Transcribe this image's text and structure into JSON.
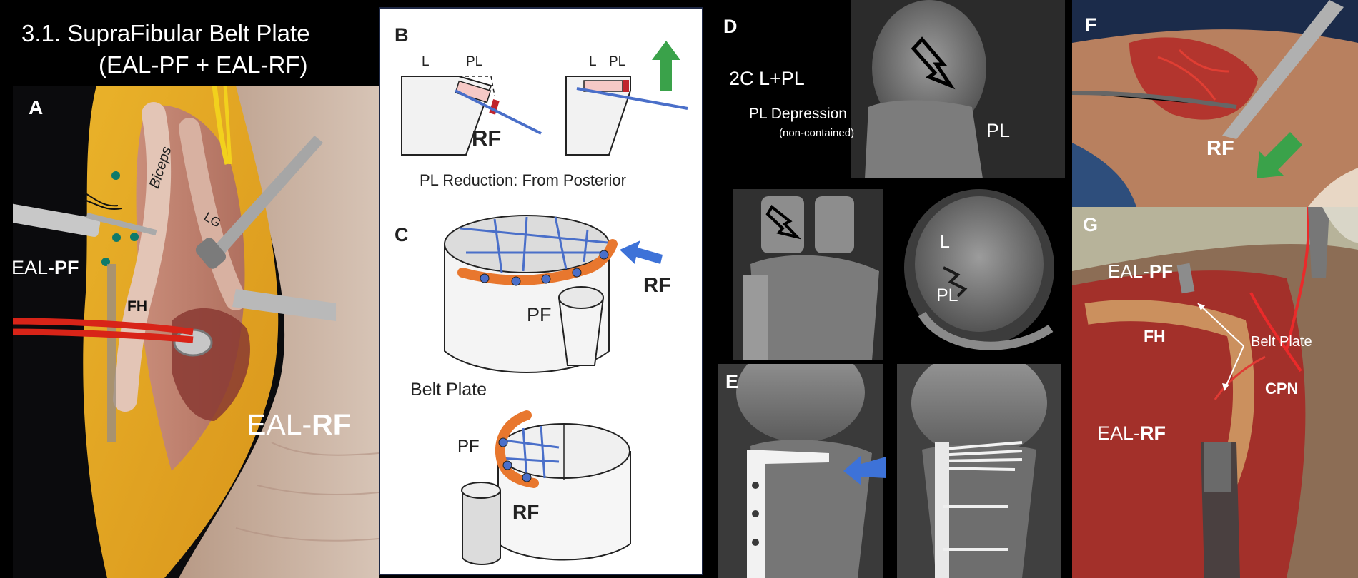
{
  "figure": {
    "title": "3.1. SupraFibular Belt Plate",
    "subtitle": "(EAL-PF + EAL-RF)"
  },
  "panel_a": {
    "letter": "A",
    "biceps": "Biceps",
    "lg": "LG",
    "eal_pf_prefix": "EAL-",
    "eal_pf_bold": "PF",
    "fh": "FH",
    "eal_rf_prefix": "EAL-",
    "eal_rf_bold": "RF"
  },
  "panel_b": {
    "letter": "B",
    "l_left": "L",
    "pl_left": "PL",
    "l_right": "L",
    "pl_right": "PL",
    "rf": "RF",
    "caption": "PL Reduction: From Posterior"
  },
  "panel_c": {
    "letter": "C",
    "pf_top": "PF",
    "rf_top": "RF",
    "belt_plate": "Belt Plate",
    "pf_bottom": "PF",
    "rf_bottom": "RF"
  },
  "panel_d": {
    "letter": "D",
    "classification": "2C L+PL",
    "depression": "PL Depression",
    "contained": "(non-contained)",
    "pl_sagittal": "PL",
    "l_axial": "L",
    "pl_axial": "PL"
  },
  "panel_e": {
    "letter": "E"
  },
  "panel_f": {
    "letter": "F",
    "rf": "RF"
  },
  "panel_g": {
    "letter": "G",
    "eal_pf_prefix": "EAL-",
    "eal_pf_bold": "PF",
    "fh": "FH",
    "belt_plate": "Belt Plate",
    "cpn": "CPN",
    "eal_rf_prefix": "EAL-",
    "eal_rf_bold": "RF"
  },
  "colors": {
    "plate_orange": "#e8772e",
    "screw_blue": "#4a6fc9",
    "arrow_green": "#3aa24a",
    "arrow_blue": "#3d72d8",
    "fragment_pink": "#f6c9c6",
    "fragment_red": "#c0242c"
  }
}
